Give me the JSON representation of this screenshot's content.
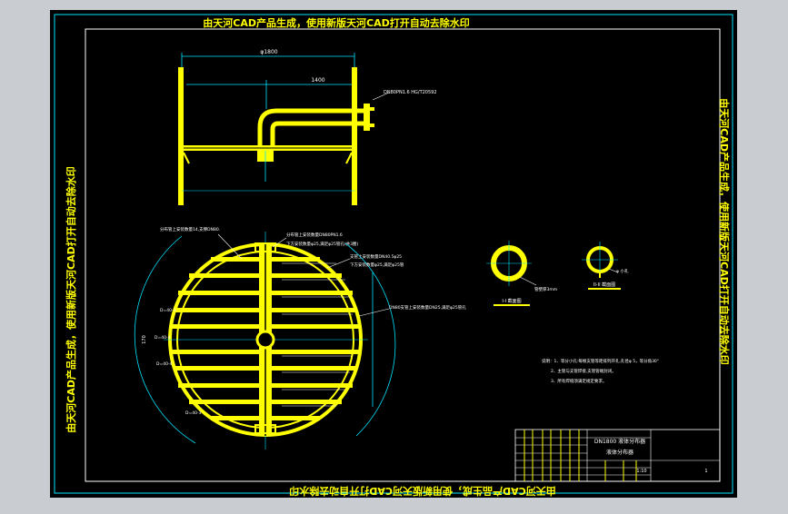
{
  "colors": {
    "background": "#000000",
    "window_bg": "#c9ccd1",
    "frame": "#00e5ff",
    "part": "#ffff00",
    "dim": "#00e5ff",
    "text": "#ffffff"
  },
  "watermark": {
    "top": "由天河CAD产品生成，使用新版天河CAD打开自动去除水印",
    "right": "由天河CAD产品生成，使用新版天河CAD打开自动去除水印",
    "left": "由天河CAD产品生成，使用新版天河CAD打开自动去除水印",
    "bottom": "由天河CAD产品生成，使用新版天河CAD打开自动去除水印"
  },
  "front_view": {
    "overall_dim": "φ1800",
    "inner_dim": "1400",
    "flange_note": "DN80PN1.6 HG/T20592"
  },
  "plan_view": {
    "callouts": [
      "分布管上安装数量14,支撑DN80.",
      "分布管上安装数量DN80PN1.6",
      "下方安装数量φ25,满足φ25管孔(共3圈)",
      "支管上安装数量DN40.5φ25",
      "下方安装数量φ25,满足φ25管",
      "DN80支管上安装数量DN25,满足φ25管孔"
    ],
    "left_labels": [
      "D=40-3",
      "D=40-4",
      "D=40-4",
      "D=40-3"
    ],
    "side_dim": "170"
  },
  "sections": [
    {
      "title": "I-I 截面图",
      "note": "管壁厚3mm"
    },
    {
      "title": "II-II 截面图",
      "note": "φ 小孔"
    }
  ],
  "notes": [
    "说明：1、等分小孔:每根支管等距排列开孔,孔径φ 5，等分角30°",
    "2、主管与支管焊接,支管管端封闭。",
    "3、所有焊缝须满足规定要求。"
  ],
  "title_block": {
    "name_line1": "DN1800 液体分布器",
    "name_line2": "液体分布器",
    "scale": "1:10",
    "sheet": "1"
  }
}
